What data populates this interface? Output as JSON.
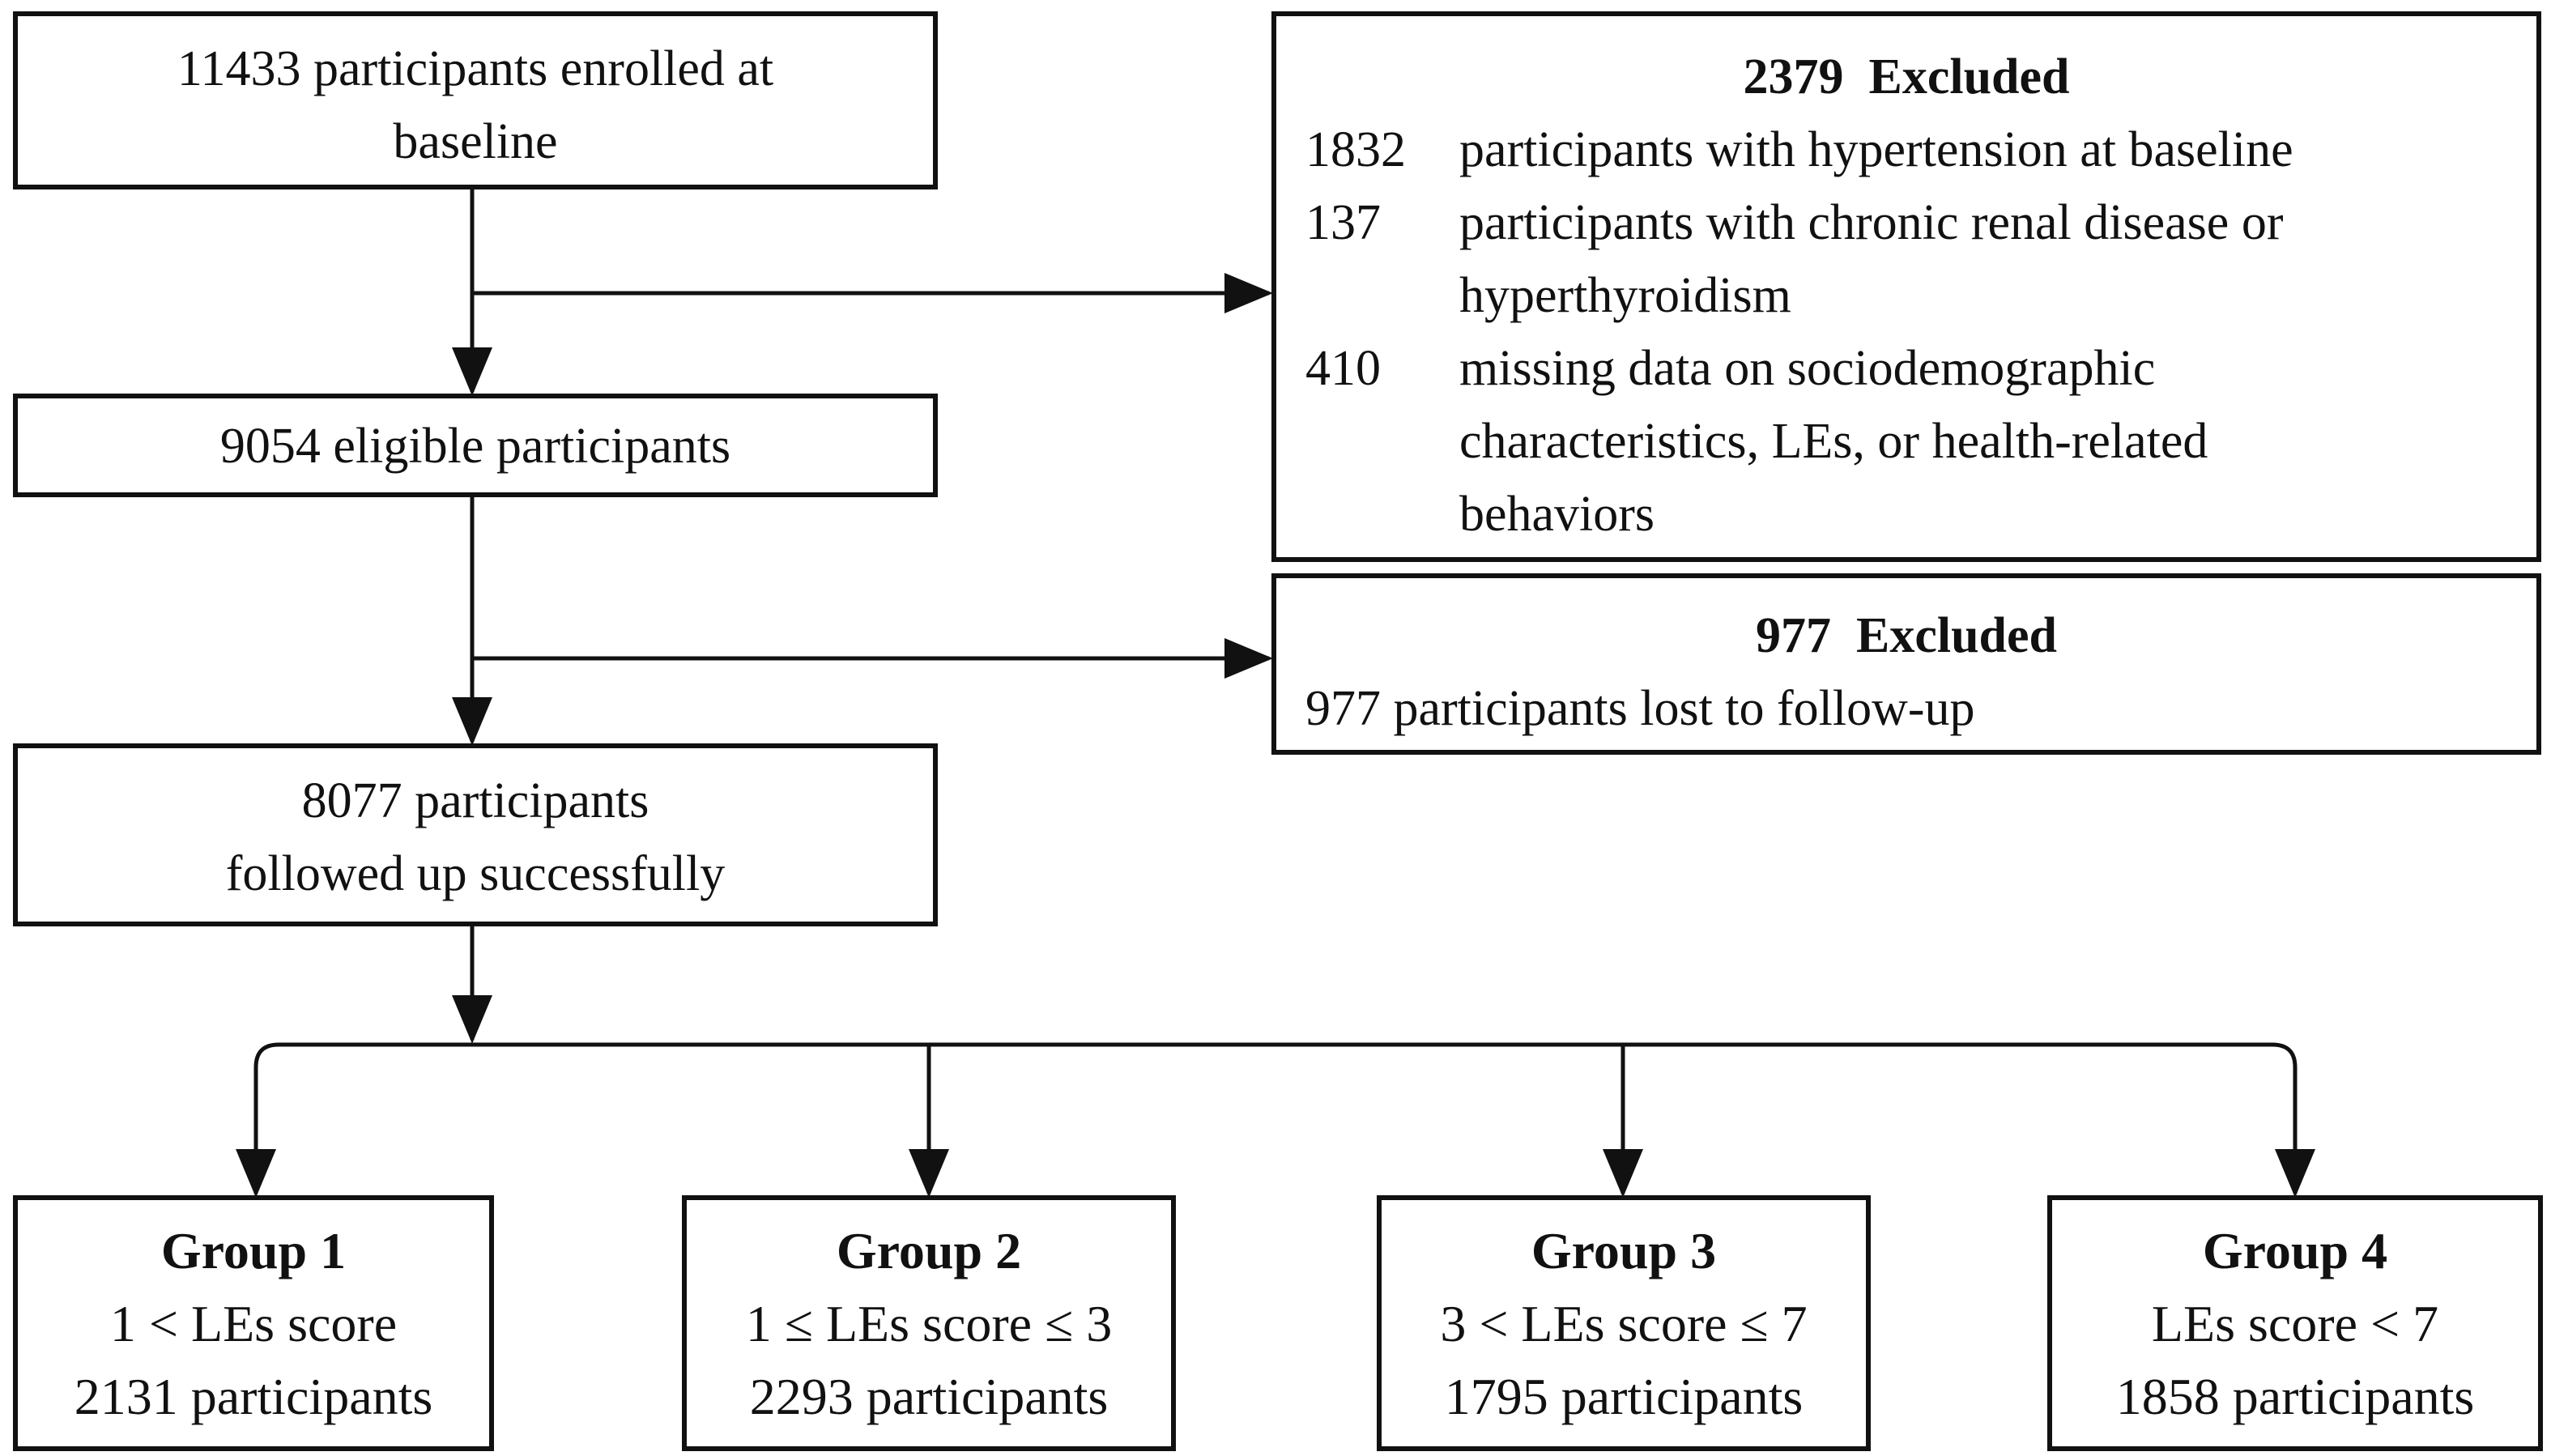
{
  "flow": {
    "enrolled": "11433 participants enrolled at baseline",
    "eligible": "9054 eligible participants",
    "followed": [
      "8077 participants",
      "followed up successfully"
    ]
  },
  "exclusion1": {
    "title": "2379  Excluded",
    "items": [
      {
        "count": "1832",
        "lines": [
          "participants with hypertension at baseline"
        ]
      },
      {
        "count": "137",
        "lines": [
          "participants with chronic renal disease or",
          "hyperthyroidism"
        ]
      },
      {
        "count": "410",
        "lines": [
          "missing data on sociodemographic",
          "characteristics, LEs, or health-related",
          "behaviors"
        ]
      }
    ]
  },
  "exclusion2": {
    "title": "977  Excluded",
    "line": "977 participants lost to follow-up"
  },
  "groups": [
    {
      "title": "Group 1",
      "criterion": "1 < LEs score",
      "count": "2131 participants"
    },
    {
      "title": "Group 2",
      "criterion": "1 ≤ LEs score ≤ 3",
      "count": "2293 participants"
    },
    {
      "title": "Group 3",
      "criterion": "3 < LEs score ≤ 7",
      "count": "1795 participants"
    },
    {
      "title": "Group 4",
      "criterion": "LEs score < 7",
      "count": "1858 participants"
    }
  ]
}
